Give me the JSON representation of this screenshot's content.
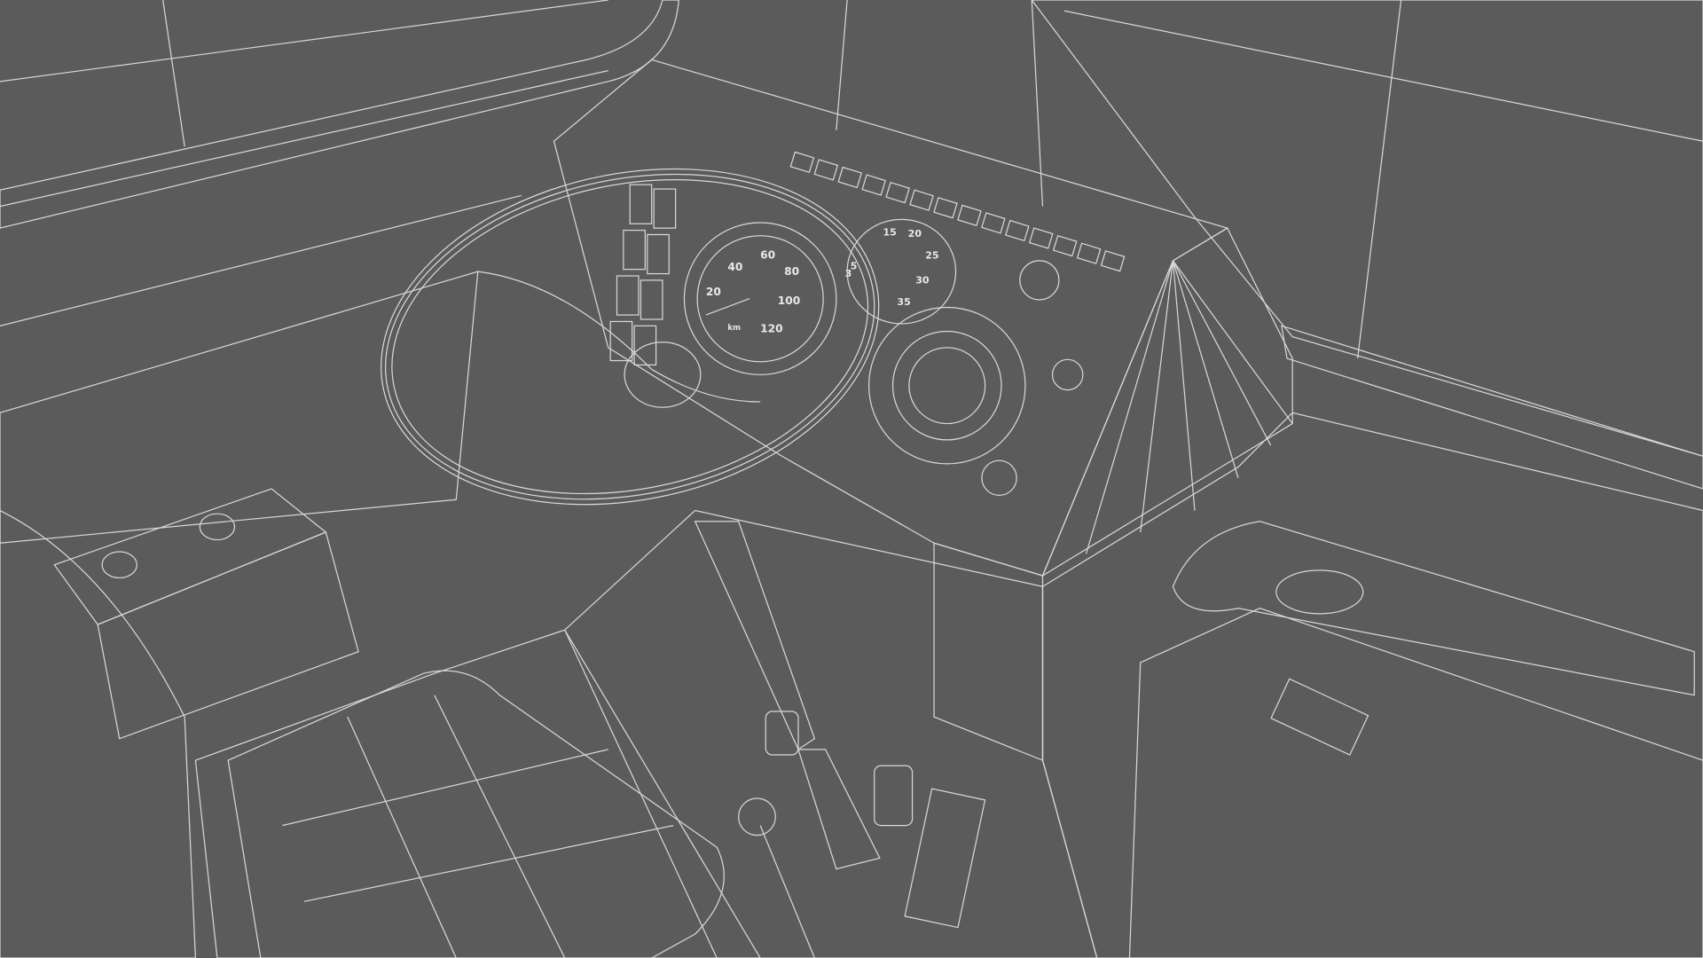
{
  "scene": {
    "background_color": "#5b5b5b",
    "floor_color": "#3a3a3a",
    "wire_color": "#d8d8d8"
  },
  "speedometer": {
    "ticks": [
      "20",
      "40",
      "60",
      "80",
      "100",
      "120"
    ],
    "unit": "km"
  },
  "secondary_gauge": {
    "ticks": [
      "3",
      "5",
      "15",
      "20",
      "25",
      "30",
      "35"
    ]
  }
}
